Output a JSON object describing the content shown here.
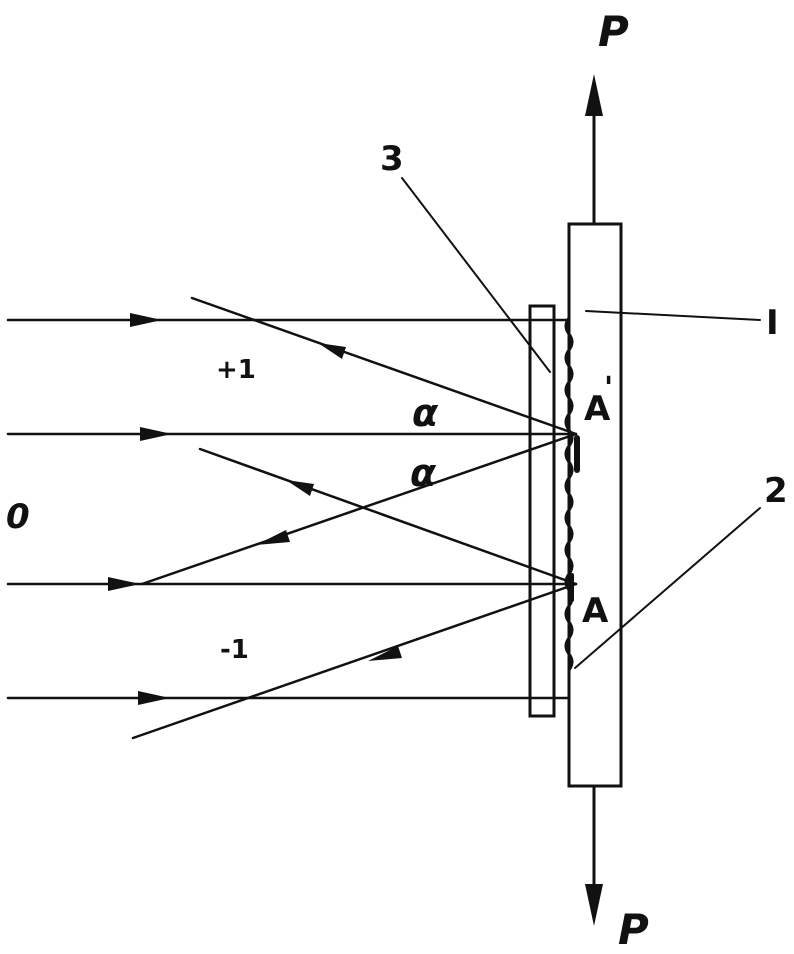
{
  "labels": {
    "force_top": "P",
    "force_bottom": "P",
    "part_3": "3",
    "part_2": "2",
    "part_I": "I",
    "order_plus": "+1",
    "order_zero": "0",
    "order_minus": "-1",
    "angle_upper": "α",
    "angle_lower": "α",
    "point_A_prime": "A",
    "prime_mark": "'",
    "point_A": "A"
  }
}
